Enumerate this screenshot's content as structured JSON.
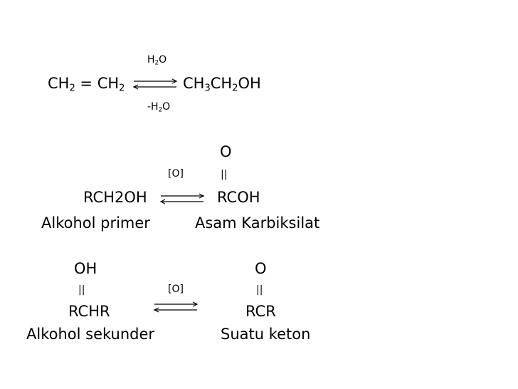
{
  "reaction1": {
    "reactant": {
      "a": "CH",
      "a_sub": "2",
      "eq": " = CH",
      "b_sub": "2"
    },
    "above": {
      "h": "H",
      "h_sub": "2",
      "o": "O"
    },
    "below": {
      "h": "-H",
      "h_sub": "2",
      "o": "O"
    },
    "product": {
      "a": "CH",
      "a_sub": "3",
      "b": "CH",
      "b_sub": "2",
      "c": "OH"
    }
  },
  "reaction2": {
    "carbonyl_o": "O",
    "double_bond": "||",
    "condition": "[O]",
    "reactant": "RCH2OH",
    "product": "RCOH",
    "reactant_name": "Alkohol primer",
    "product_name": "Asam Karbiksilat"
  },
  "reaction3": {
    "hydroxyl": "OH",
    "bond_left": "||",
    "condition": "[O]",
    "carbonyl_o": "O",
    "bond_right": "||",
    "reactant": "RCHR",
    "product": "RCR",
    "reactant_name": "Alkohol sekunder",
    "product_name": "Suatu keton"
  },
  "colors": {
    "text": "#000000",
    "background": "#ffffff"
  }
}
